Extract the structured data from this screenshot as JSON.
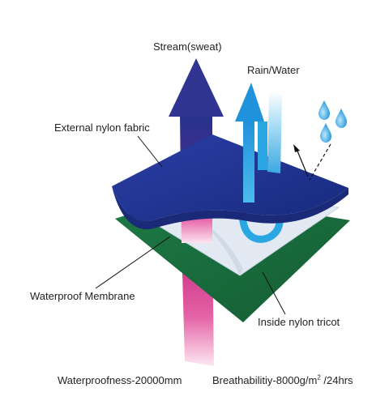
{
  "labels": {
    "stream": "Stream(sweat)",
    "rain": "Rain/Water",
    "external": "External nylon fabric",
    "membrane": "Waterproof Membrane",
    "tricot": "Inside nylon tricot"
  },
  "specs": {
    "waterproofness": "Waterproofness-20000mm",
    "breathability_prefix": "Breathabilitiy-8000g/m",
    "breathability_exponent": "2",
    "breathability_suffix": " /24hrs"
  },
  "colors": {
    "external_fabric": "#1f3390",
    "membrane": "#dfe7f1",
    "tricot": "#1a6e3f",
    "stream_arrow": "#d02a86",
    "rain_arrow": "#2aa7e2",
    "droplet": "#3fa3dc"
  }
}
